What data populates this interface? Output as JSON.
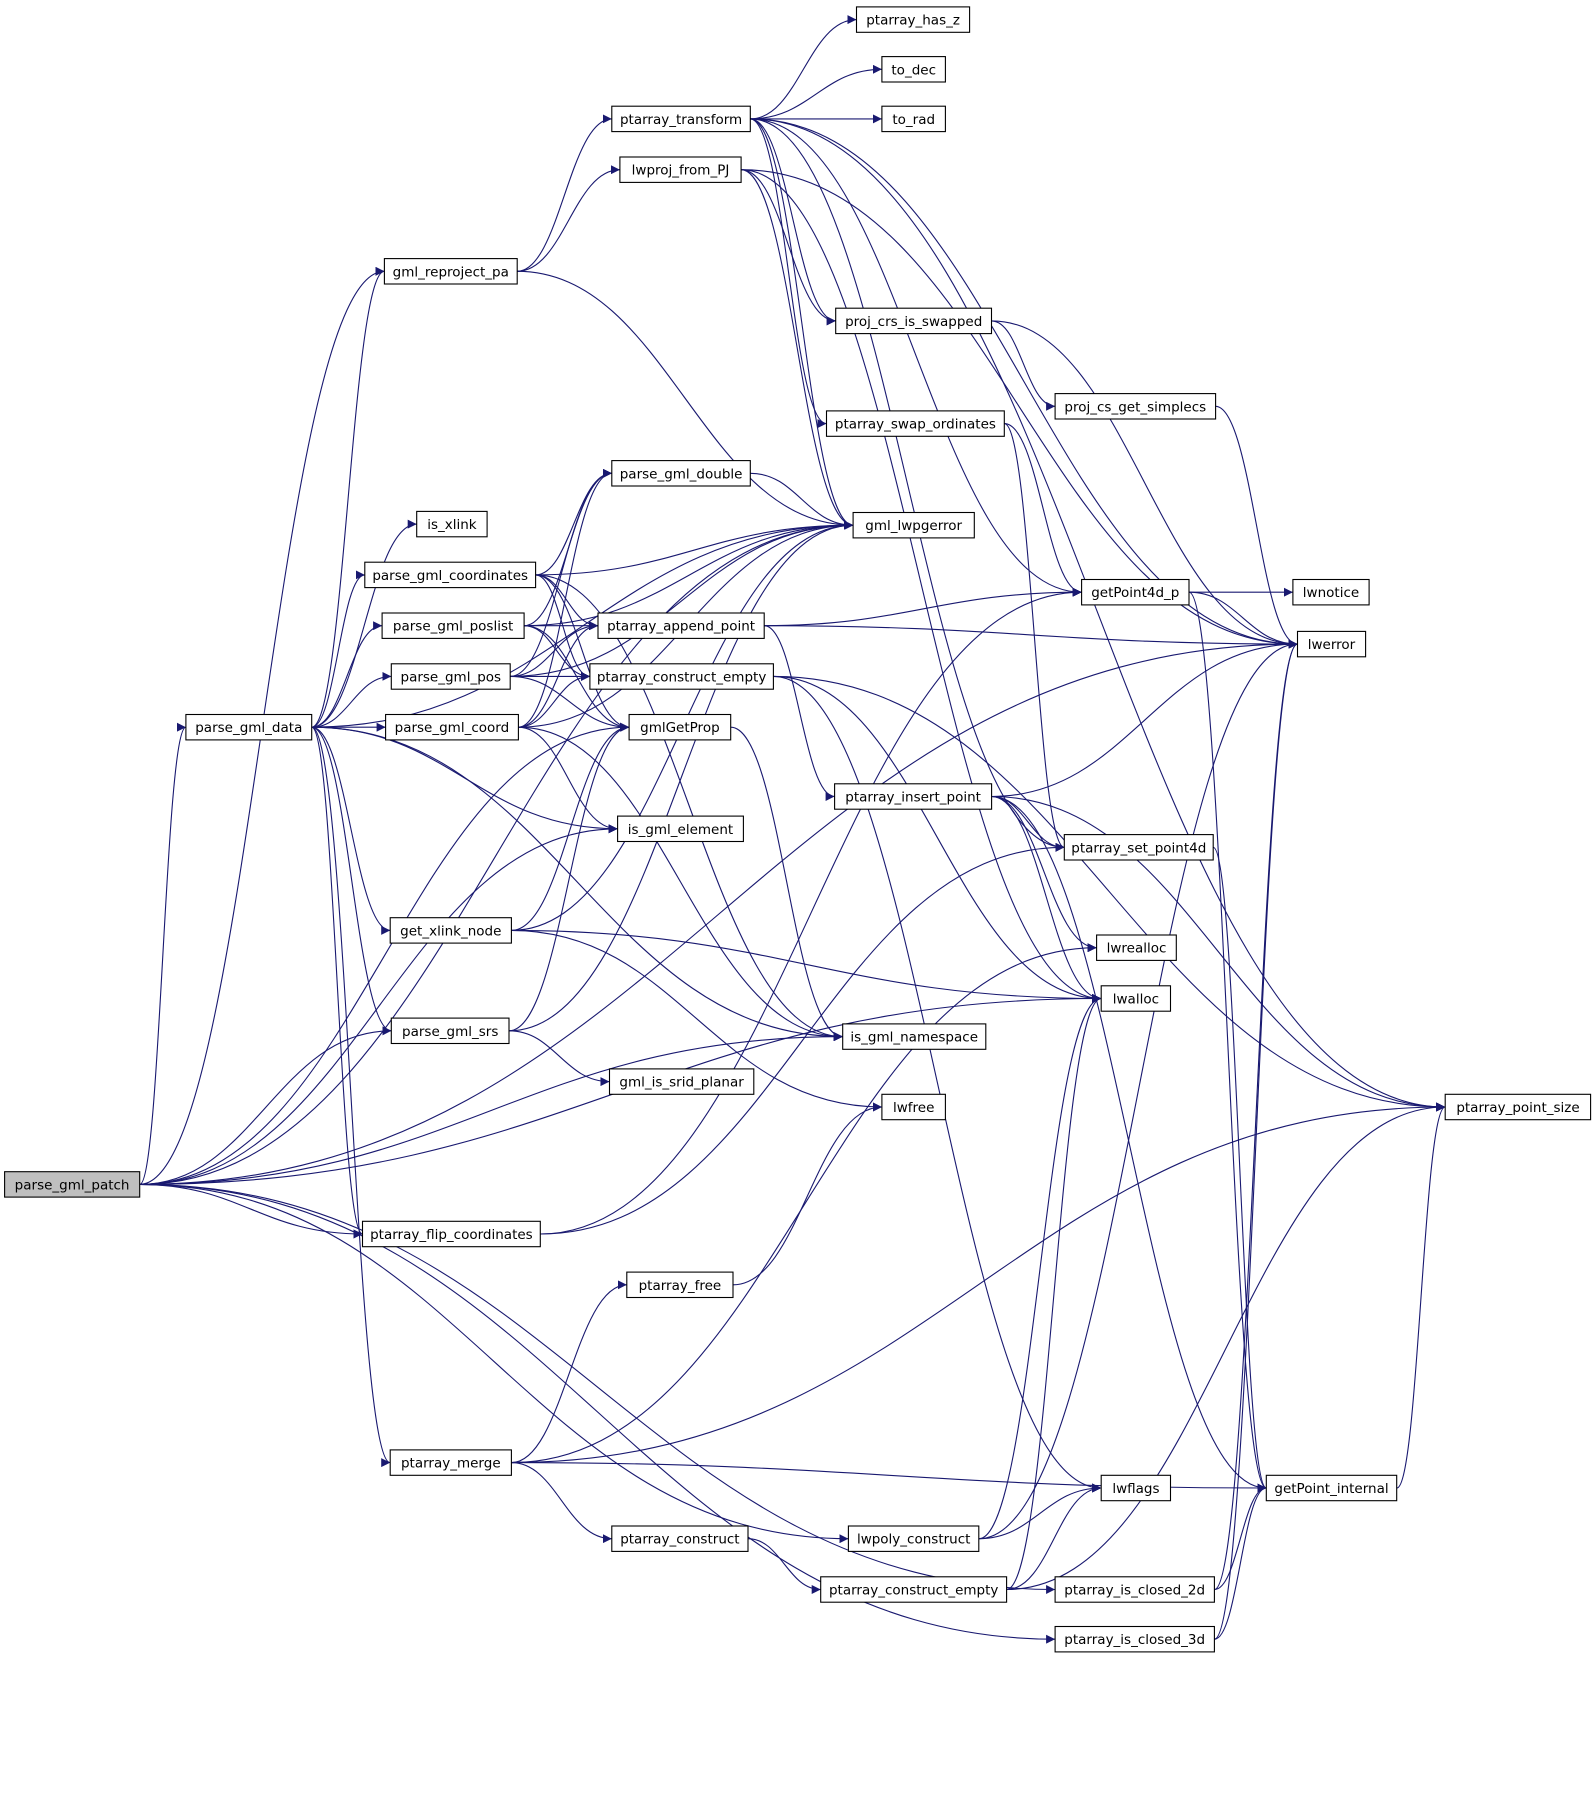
{
  "graph": {
    "root": "parse_gml_patch",
    "colors": {
      "edge": "#191970",
      "root_fill": "#bfbfbf",
      "node_fill": "#ffffff",
      "border": "#000000"
    },
    "nodes": [
      "parse_gml_patch",
      "parse_gml_data",
      "gml_reproject_pa",
      "is_xlink",
      "parse_gml_coordinates",
      "parse_gml_poslist",
      "parse_gml_pos",
      "parse_gml_coord",
      "get_xlink_node",
      "parse_gml_srs",
      "ptarray_flip_coordinates",
      "ptarray_merge",
      "ptarray_has_z",
      "to_dec",
      "to_rad",
      "ptarray_transform",
      "lwproj_from_PJ",
      "proj_crs_is_swapped",
      "ptarray_swap_ordinates",
      "proj_cs_get_simplecs",
      "parse_gml_double",
      "gml_lwpgerror",
      "ptarray_append_point",
      "ptarray_construct_empty",
      "gmlGetProp",
      "is_gml_element",
      "ptarray_insert_point",
      "is_gml_namespace",
      "gml_is_srid_planar",
      "lwfree",
      "ptarray_free",
      "ptarray_construct",
      "lwpoly_construct",
      "getPoint4d_p",
      "lwnotice",
      "lwerror",
      "ptarray_set_point4d",
      "lwrealloc",
      "lwalloc",
      "lwflags",
      "ptarray_is_closed_2d",
      "ptarray_is_closed_3d",
      "ptarray_point_size",
      "getPoint_internal"
    ],
    "edges": [
      [
        "parse_gml_patch",
        "parse_gml_data"
      ],
      [
        "parse_gml_patch",
        "gml_reproject_pa"
      ],
      [
        "parse_gml_patch",
        "gml_lwpgerror"
      ],
      [
        "parse_gml_patch",
        "gmlGetProp"
      ],
      [
        "parse_gml_patch",
        "is_gml_element"
      ],
      [
        "parse_gml_patch",
        "is_gml_namespace"
      ],
      [
        "parse_gml_patch",
        "parse_gml_srs"
      ],
      [
        "parse_gml_patch",
        "ptarray_flip_coordinates"
      ],
      [
        "parse_gml_patch",
        "lwalloc"
      ],
      [
        "parse_gml_patch",
        "lwerror"
      ],
      [
        "parse_gml_patch",
        "lwpoly_construct"
      ],
      [
        "parse_gml_patch",
        "ptarray_is_closed_2d"
      ],
      [
        "parse_gml_patch",
        "ptarray_is_closed_3d"
      ],
      [
        "parse_gml_data",
        "gml_reproject_pa"
      ],
      [
        "parse_gml_data",
        "gml_lwpgerror"
      ],
      [
        "parse_gml_data",
        "is_xlink"
      ],
      [
        "parse_gml_data",
        "parse_gml_coordinates"
      ],
      [
        "parse_gml_data",
        "parse_gml_poslist"
      ],
      [
        "parse_gml_data",
        "parse_gml_pos"
      ],
      [
        "parse_gml_data",
        "parse_gml_coord"
      ],
      [
        "parse_gml_data",
        "is_gml_element"
      ],
      [
        "parse_gml_data",
        "get_xlink_node"
      ],
      [
        "parse_gml_data",
        "parse_gml_srs"
      ],
      [
        "parse_gml_data",
        "is_gml_namespace"
      ],
      [
        "parse_gml_data",
        "ptarray_flip_coordinates"
      ],
      [
        "parse_gml_data",
        "ptarray_merge"
      ],
      [
        "gml_reproject_pa",
        "ptarray_transform"
      ],
      [
        "gml_reproject_pa",
        "lwproj_from_PJ"
      ],
      [
        "gml_reproject_pa",
        "gml_lwpgerror"
      ],
      [
        "ptarray_transform",
        "ptarray_has_z"
      ],
      [
        "ptarray_transform",
        "to_dec"
      ],
      [
        "ptarray_transform",
        "to_rad"
      ],
      [
        "ptarray_transform",
        "gml_lwpgerror"
      ],
      [
        "ptarray_transform",
        "lwerror"
      ],
      [
        "ptarray_transform",
        "ptarray_point_size"
      ],
      [
        "ptarray_transform",
        "proj_crs_is_swapped"
      ],
      [
        "ptarray_transform",
        "ptarray_swap_ordinates"
      ],
      [
        "ptarray_transform",
        "getPoint4d_p"
      ],
      [
        "ptarray_transform",
        "ptarray_set_point4d"
      ],
      [
        "lwproj_from_PJ",
        "gml_lwpgerror"
      ],
      [
        "lwproj_from_PJ",
        "proj_crs_is_swapped"
      ],
      [
        "lwproj_from_PJ",
        "lwerror"
      ],
      [
        "lwproj_from_PJ",
        "lwalloc"
      ],
      [
        "proj_crs_is_swapped",
        "proj_cs_get_simplecs"
      ],
      [
        "proj_crs_is_swapped",
        "lwerror"
      ],
      [
        "proj_cs_get_simplecs",
        "lwerror"
      ],
      [
        "ptarray_swap_ordinates",
        "getPoint4d_p"
      ],
      [
        "ptarray_swap_ordinates",
        "ptarray_set_point4d"
      ],
      [
        "parse_gml_coordinates",
        "gml_lwpgerror"
      ],
      [
        "parse_gml_coordinates",
        "parse_gml_double"
      ],
      [
        "parse_gml_coordinates",
        "ptarray_append_point"
      ],
      [
        "parse_gml_coordinates",
        "ptarray_construct_empty"
      ],
      [
        "parse_gml_coordinates",
        "gmlGetProp"
      ],
      [
        "parse_gml_coordinates",
        "is_gml_namespace"
      ],
      [
        "parse_gml_poslist",
        "gml_lwpgerror"
      ],
      [
        "parse_gml_poslist",
        "parse_gml_double"
      ],
      [
        "parse_gml_poslist",
        "ptarray_append_point"
      ],
      [
        "parse_gml_poslist",
        "ptarray_construct_empty"
      ],
      [
        "parse_gml_poslist",
        "gmlGetProp"
      ],
      [
        "parse_gml_pos",
        "gml_lwpgerror"
      ],
      [
        "parse_gml_pos",
        "parse_gml_double"
      ],
      [
        "parse_gml_pos",
        "ptarray_append_point"
      ],
      [
        "parse_gml_pos",
        "ptarray_construct_empty"
      ],
      [
        "parse_gml_pos",
        "gmlGetProp"
      ],
      [
        "parse_gml_coord",
        "gml_lwpgerror"
      ],
      [
        "parse_gml_coord",
        "parse_gml_double"
      ],
      [
        "parse_gml_coord",
        "ptarray_append_point"
      ],
      [
        "parse_gml_coord",
        "ptarray_construct_empty"
      ],
      [
        "parse_gml_coord",
        "is_gml_element"
      ],
      [
        "parse_gml_coord",
        "is_gml_namespace"
      ],
      [
        "parse_gml_double",
        "gml_lwpgerror"
      ],
      [
        "ptarray_append_point",
        "getPoint4d_p"
      ],
      [
        "ptarray_append_point",
        "lwerror"
      ],
      [
        "ptarray_append_point",
        "ptarray_insert_point"
      ],
      [
        "ptarray_construct_empty",
        "ptarray_point_size"
      ],
      [
        "ptarray_construct_empty",
        "lwalloc"
      ],
      [
        "ptarray_construct_empty",
        "lwflags"
      ],
      [
        "gmlGetProp",
        "is_gml_namespace"
      ],
      [
        "get_xlink_node",
        "gmlGetProp"
      ],
      [
        "get_xlink_node",
        "gml_lwpgerror"
      ],
      [
        "get_xlink_node",
        "lwalloc"
      ],
      [
        "get_xlink_node",
        "lwfree"
      ],
      [
        "parse_gml_srs",
        "gmlGetProp"
      ],
      [
        "parse_gml_srs",
        "gml_lwpgerror"
      ],
      [
        "parse_gml_srs",
        "gml_is_srid_planar"
      ],
      [
        "ptarray_insert_point",
        "lwerror"
      ],
      [
        "ptarray_insert_point",
        "ptarray_set_point4d"
      ],
      [
        "ptarray_insert_point",
        "ptarray_point_size"
      ],
      [
        "ptarray_insert_point",
        "lwrealloc"
      ],
      [
        "ptarray_insert_point",
        "lwalloc"
      ],
      [
        "ptarray_insert_point",
        "getPoint_internal"
      ],
      [
        "getPoint4d_p",
        "lwnotice"
      ],
      [
        "getPoint4d_p",
        "lwerror"
      ],
      [
        "getPoint4d_p",
        "getPoint_internal"
      ],
      [
        "ptarray_set_point4d",
        "getPoint_internal"
      ],
      [
        "getPoint_internal",
        "ptarray_point_size"
      ],
      [
        "ptarray_flip_coordinates",
        "getPoint4d_p"
      ],
      [
        "ptarray_flip_coordinates",
        "ptarray_set_point4d"
      ],
      [
        "ptarray_merge",
        "ptarray_free"
      ],
      [
        "ptarray_merge",
        "ptarray_construct"
      ],
      [
        "ptarray_merge",
        "ptarray_point_size"
      ],
      [
        "ptarray_merge",
        "lwrealloc"
      ],
      [
        "ptarray_merge",
        "getPoint_internal"
      ],
      [
        "ptarray_free",
        "lwfree"
      ],
      [
        "ptarray_construct",
        "ptarray_construct_empty_2"
      ],
      [
        "lwpoly_construct",
        "lwflags"
      ],
      [
        "lwpoly_construct",
        "lwalloc"
      ],
      [
        "lwpoly_construct",
        "lwerror"
      ],
      [
        "ptarray_construct_empty_2",
        "lwflags"
      ],
      [
        "ptarray_construct_empty_2",
        "lwalloc"
      ],
      [
        "ptarray_construct_empty_2",
        "ptarray_point_size"
      ],
      [
        "ptarray_is_closed_2d",
        "getPoint_internal"
      ],
      [
        "ptarray_is_closed_2d",
        "lwerror"
      ],
      [
        "ptarray_is_closed_3d",
        "getPoint_internal"
      ],
      [
        "ptarray_is_closed_3d",
        "lwerror"
      ]
    ]
  }
}
